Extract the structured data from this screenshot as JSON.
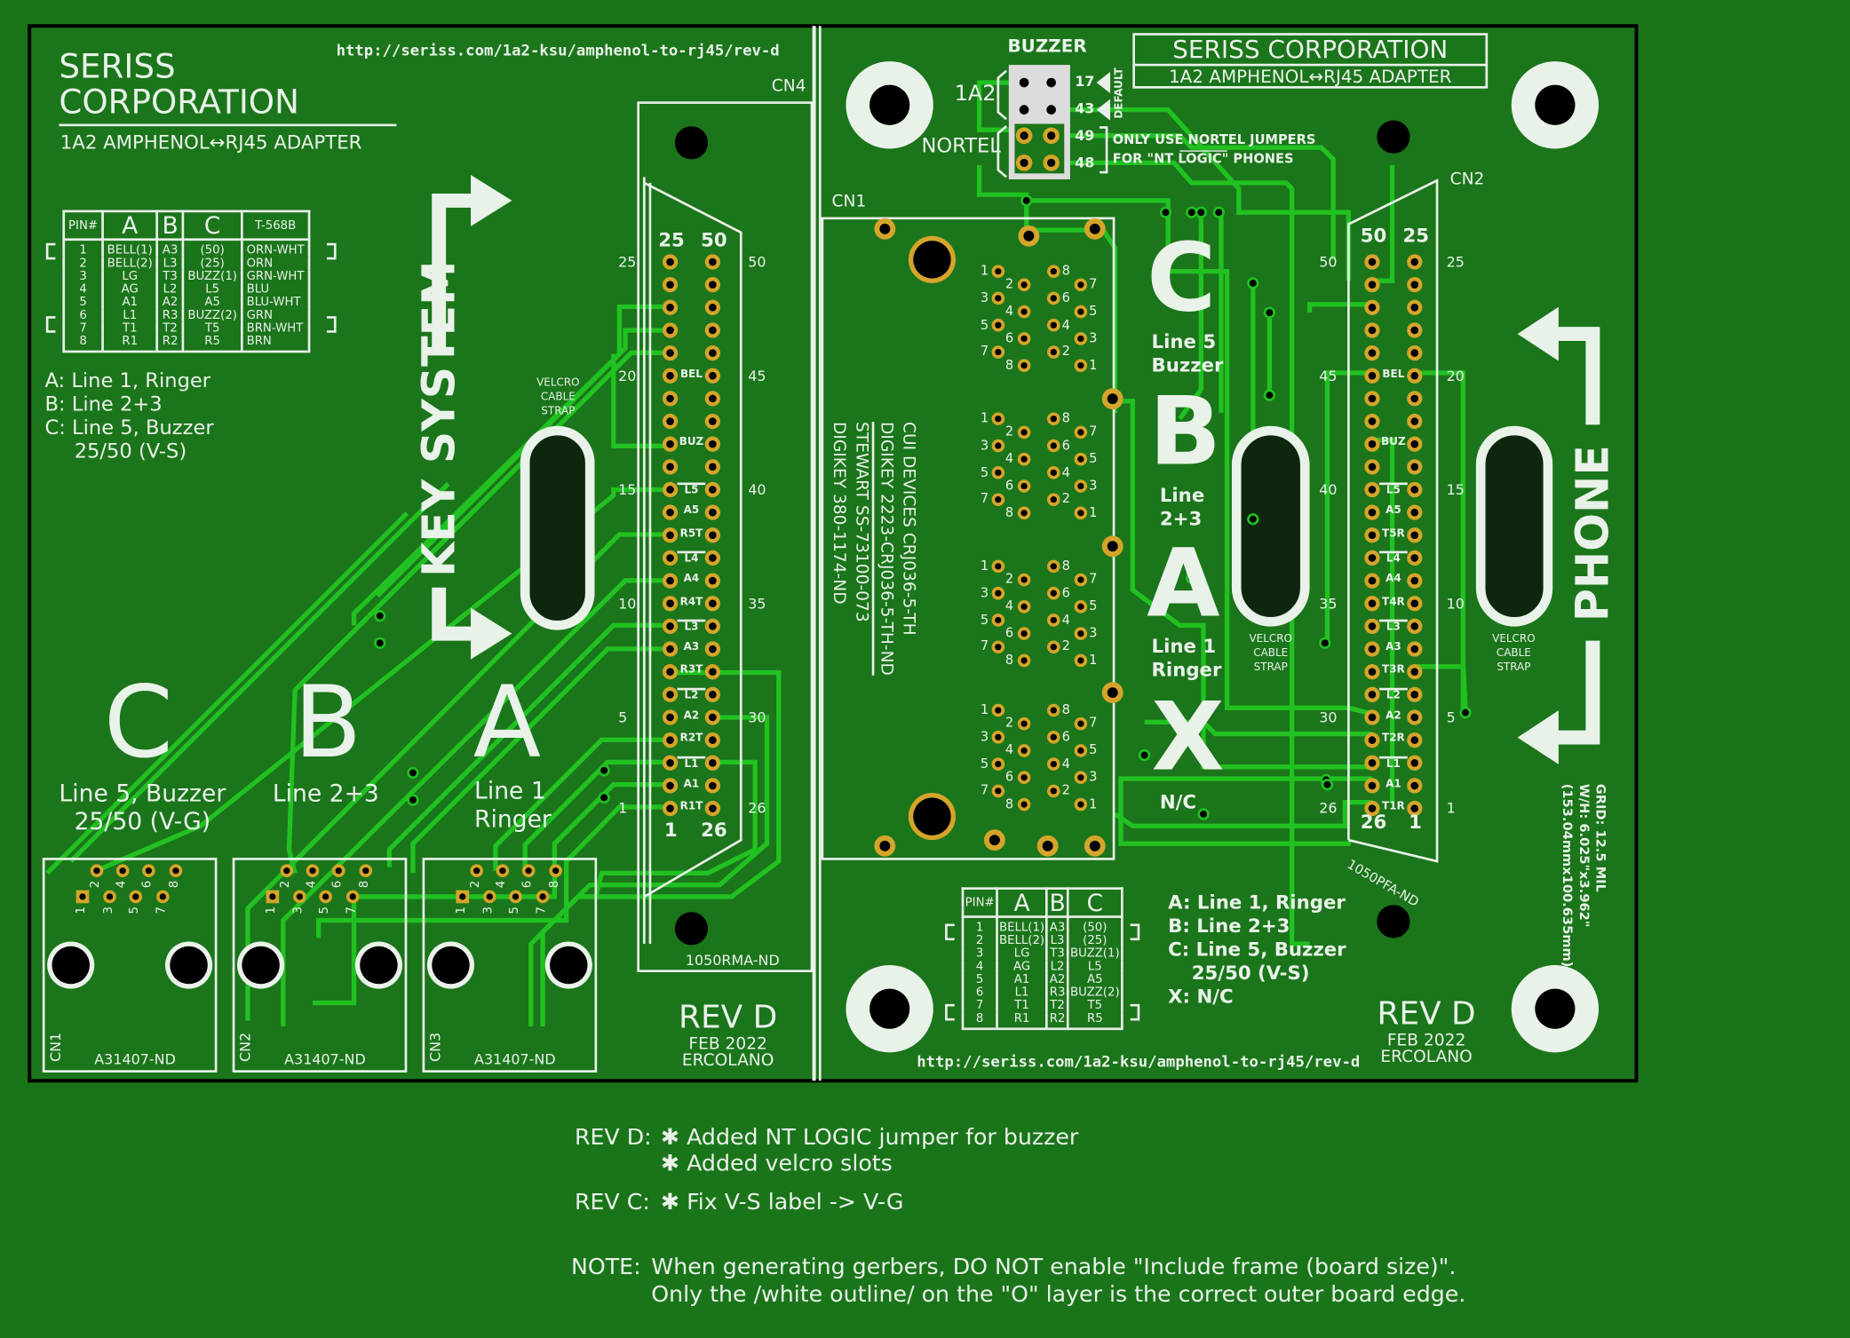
{
  "left_panel": {
    "company_line1": "SERISS",
    "company_line2": "CORPORATION",
    "subtitle": "1A2 AMPHENOL↔RJ45 ADAPTER",
    "url": "http://seriss.com/1a2-ksu/amphenol-to-rj45/rev-d",
    "pin_table": {
      "headers": [
        "PIN#",
        "A",
        "B",
        "C",
        "T-568B"
      ],
      "rows": [
        [
          "1",
          "BELL(1)",
          "A3",
          "(50)",
          "ORN-WHT"
        ],
        [
          "2",
          "BELL(2)",
          "L3",
          "(25)",
          "ORN"
        ],
        [
          "3",
          "LG",
          "T3",
          "BUZZ(1)",
          "GRN-WHT"
        ],
        [
          "4",
          "AG",
          "L2",
          "L5",
          "BLU"
        ],
        [
          "5",
          "A1",
          "A2",
          "A5",
          "BLU-WHT"
        ],
        [
          "6",
          "L1",
          "R3",
          "BUZZ(2)",
          "GRN"
        ],
        [
          "7",
          "T1",
          "T2",
          "T5",
          "BRN-WHT"
        ],
        [
          "8",
          "R1",
          "R2",
          "R5",
          "BRN"
        ]
      ]
    },
    "legend": [
      "A: Line 1, Ringer",
      "B: Line 2+3",
      "C: Line 5, Buzzer",
      "25/50 (V-S)"
    ],
    "key_system": "KEY SYSTEM",
    "velcro": [
      "VELCRO",
      "CABLE",
      "STRAP"
    ],
    "cn4": {
      "ref": "CN4",
      "part": "1050RMA-ND",
      "col_headers": [
        "25",
        "50"
      ],
      "footer": [
        "1",
        "26"
      ],
      "left_numbers": [
        "25",
        "20",
        "15",
        "10",
        "5",
        "1"
      ],
      "right_numbers": [
        "50",
        "45",
        "40",
        "35",
        "30",
        "26"
      ],
      "pin_labels": [
        "",
        "",
        "",
        "",
        "",
        "BEL",
        "",
        "",
        "BUZ",
        "",
        "L5",
        "A5",
        "R5T",
        "L4",
        "A4",
        "R4T",
        "L3",
        "A3",
        "R3T",
        "L2",
        "A2",
        "R2T",
        "L1",
        "A1",
        "R1T"
      ]
    },
    "lines": [
      {
        "letter": "C",
        "desc1": "Line 5, Buzzer",
        "desc2": "25/50 (V-G)"
      },
      {
        "letter": "B",
        "desc1": "Line 2+3",
        "desc2": ""
      },
      {
        "letter": "A",
        "desc1": "Line 1",
        "desc2": "Ringer"
      }
    ],
    "jacks": [
      {
        "ref": "CN1",
        "part": "A31407-ND"
      },
      {
        "ref": "CN2",
        "part": "A31407-ND"
      },
      {
        "ref": "CN3",
        "part": "A31407-ND"
      }
    ],
    "jack_pins_top": [
      "2",
      "4",
      "6",
      "8"
    ],
    "jack_pins_bottom": [
      "1",
      "3",
      "5",
      "7"
    ],
    "rev": {
      "label": "REV D",
      "date": "FEB 2022",
      "author": "ERCOLANO"
    }
  },
  "right_panel": {
    "buzzer": {
      "title": "BUZZER",
      "label_1a2": "1A2",
      "label_nortel": "NORTEL",
      "pins": [
        "17",
        "43",
        "49",
        "48"
      ],
      "default": "DEFAULT",
      "note1": "ONLY USE NORTEL JUMPERS",
      "note2": "FOR \"NT LOGIC\" PHONES"
    },
    "title": "SERISS CORPORATION",
    "subtitle": "1A2 AMPHENOL↔RJ45 ADAPTER",
    "cn1": {
      "ref": "CN1",
      "part_lines": [
        "CUI DEVICES CRJ036-5-TH",
        "DIGIKEY 2223-CRJ036-5-TH-ND",
        "STEWART SS-73100-073",
        "DIGIKEY 380-1174-ND"
      ],
      "jack_left_pins": [
        "1",
        "2",
        "3",
        "4",
        "5",
        "6",
        "7",
        "8"
      ],
      "jack_right_pins": [
        "8",
        "7",
        "6",
        "5",
        "4",
        "3",
        "2",
        "1"
      ]
    },
    "lines": [
      {
        "letter": "C",
        "desc1": "Line 5",
        "desc2": "Buzzer"
      },
      {
        "letter": "B",
        "desc1": "Line",
        "desc2": "2+3"
      },
      {
        "letter": "A",
        "desc1": "Line 1",
        "desc2": "Ringer"
      },
      {
        "letter": "X",
        "desc1": "N/C",
        "desc2": ""
      }
    ],
    "velcro": [
      "VELCRO",
      "CABLE",
      "STRAP"
    ],
    "cn2": {
      "ref": "CN2",
      "part": "1050PFA-ND",
      "col_headers": [
        "50",
        "25"
      ],
      "footer": [
        "26",
        "1"
      ],
      "left_numbers": [
        "50",
        "45",
        "40",
        "35",
        "30",
        "26"
      ],
      "right_numbers": [
        "25",
        "20",
        "15",
        "10",
        "5",
        "1"
      ],
      "pin_labels": [
        "",
        "",
        "",
        "",
        "",
        "BEL",
        "",
        "",
        "BUZ",
        "",
        "L5",
        "A5",
        "T5R",
        "L4",
        "A4",
        "T4R",
        "L3",
        "A3",
        "T3R",
        "L2",
        "A2",
        "T2R",
        "L1",
        "A1",
        "T1R"
      ]
    },
    "phone": "PHONE",
    "grid": [
      "GRID: 12.5 MIL",
      "W/H: 6.025\"x3.962\"",
      "(153.04mmx100.635mm)"
    ],
    "pin_table": {
      "headers": [
        "PIN#",
        "A",
        "B",
        "C"
      ],
      "rows": [
        [
          "1",
          "BELL(1)",
          "A3",
          "(50)"
        ],
        [
          "2",
          "BELL(2)",
          "L3",
          "(25)"
        ],
        [
          "3",
          "LG",
          "T3",
          "BUZZ(1)"
        ],
        [
          "4",
          "AG",
          "L2",
          "L5"
        ],
        [
          "5",
          "A1",
          "A2",
          "A5"
        ],
        [
          "6",
          "L1",
          "R3",
          "BUZZ(2)"
        ],
        [
          "7",
          "T1",
          "T2",
          "T5"
        ],
        [
          "8",
          "R1",
          "R2",
          "R5"
        ]
      ]
    },
    "legend": [
      "A: Line 1, Ringer",
      "B: Line 2+3",
      "C: Line 5, Buzzer",
      "25/50 (V-S)",
      "X: N/C"
    ],
    "url": "http://seriss.com/1a2-ksu/amphenol-to-rj45/rev-d",
    "rev": {
      "label": "REV D",
      "date": "FEB 2022",
      "author": "ERCOLANO"
    }
  },
  "notes": {
    "rev_d_label": "REV D:",
    "rev_d_items": [
      "✱ Added NT LOGIC jumper for buzzer",
      "✱ Added velcro slots"
    ],
    "rev_c_label": "REV C:",
    "rev_c_items": [
      "✱ Fix V-S label -> V-G"
    ],
    "note_label": "NOTE:",
    "note_lines": [
      "When generating gerbers, DO NOT enable \"Include frame (board size)\".",
      "Only the /white outline/ on the \"O\" layer is the correct outer board edge."
    ]
  },
  "colors": {
    "board": "#1b751b",
    "trace": "#21c121",
    "silk": "#e9f2e9",
    "pad": "#d4a52a",
    "outline": "#000000"
  }
}
